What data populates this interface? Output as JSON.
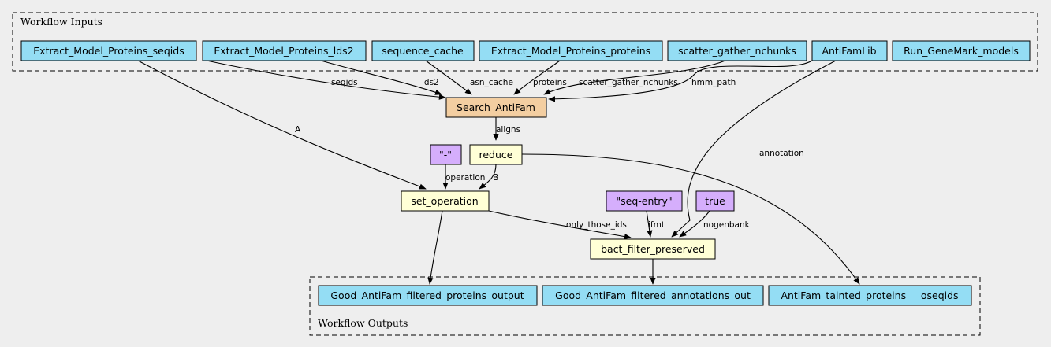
{
  "clusters": {
    "inputs": "Workflow Inputs",
    "outputs": "Workflow Outputs"
  },
  "colors": {
    "background": "#eeeeee",
    "input_fill": "#94ddf4",
    "step_fill": "#ffffd6",
    "main_step_fill": "#f3cea1",
    "constant_fill": "#d5aefc",
    "output_fill": "#94ddf4"
  },
  "nodes": {
    "in_seqids": "Extract_Model_Proteins_seqids",
    "in_lds2": "Extract_Model_Proteins_lds2",
    "in_seqcache": "sequence_cache",
    "in_proteins": "Extract_Model_Proteins_proteins",
    "in_nchunks": "scatter_gather_nchunks",
    "in_antifamlib": "AntiFamLib",
    "in_genemark": "Run_GeneMark_models",
    "search_antifam": "Search_AntiFam",
    "reduce": "reduce",
    "const_dash": "\"-\"",
    "set_operation": "set_operation",
    "const_seqentry": "\"seq-entry\"",
    "const_true": "true",
    "bact_filter": "bact_filter_preserved",
    "out_proteins": "Good_AntiFam_filtered_proteins_output",
    "out_annotations": "Good_AntiFam_filtered_annotations_out",
    "out_tainted": "AntiFam_tainted_proteins___oseqids"
  },
  "edge_labels": {
    "seqids": "seqids",
    "lds2": "lds2",
    "asn_cache": "asn_cache",
    "proteins": "proteins",
    "scatter_gather_nchunks": "scatter_gather_nchunks",
    "hmm_path": "hmm_path",
    "aligns": "aligns",
    "A": "A",
    "operation": "operation",
    "B": "B",
    "annotation": "annotation",
    "only_those_ids": "only_those_ids",
    "ifmt": "ifmt",
    "nogenbank": "nogenbank"
  }
}
